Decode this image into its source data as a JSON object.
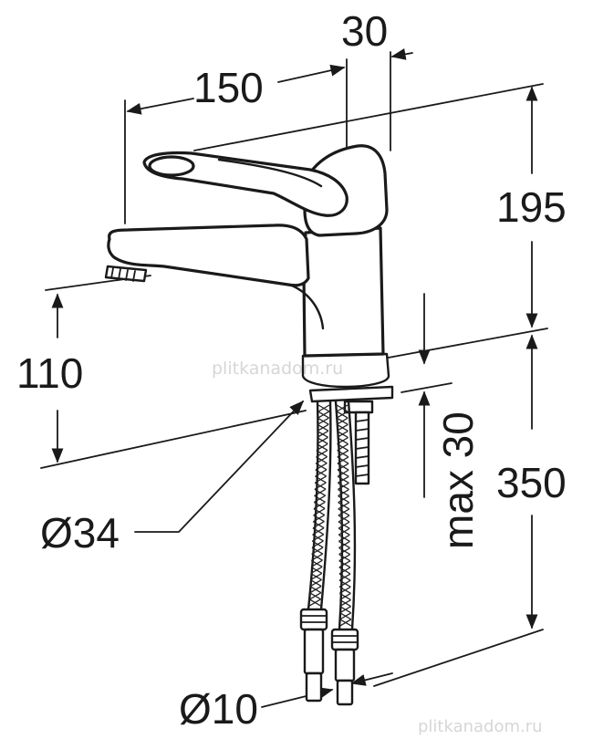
{
  "dimensions": {
    "spout_reach": "150",
    "handle_offset": "30",
    "height_above_deck": "195",
    "spout_height": "110",
    "max_deck_thickness": "max 30",
    "hose_length": "350",
    "shank_diameter": "Ø34",
    "connector_diameter": "Ø10"
  },
  "watermarks": {
    "center": "plitkanadom.ru",
    "corner": "plitkanadom.ru"
  },
  "colors": {
    "line": "#1a1a1a",
    "watermark": "#cfcfcf",
    "background": "#ffffff"
  }
}
